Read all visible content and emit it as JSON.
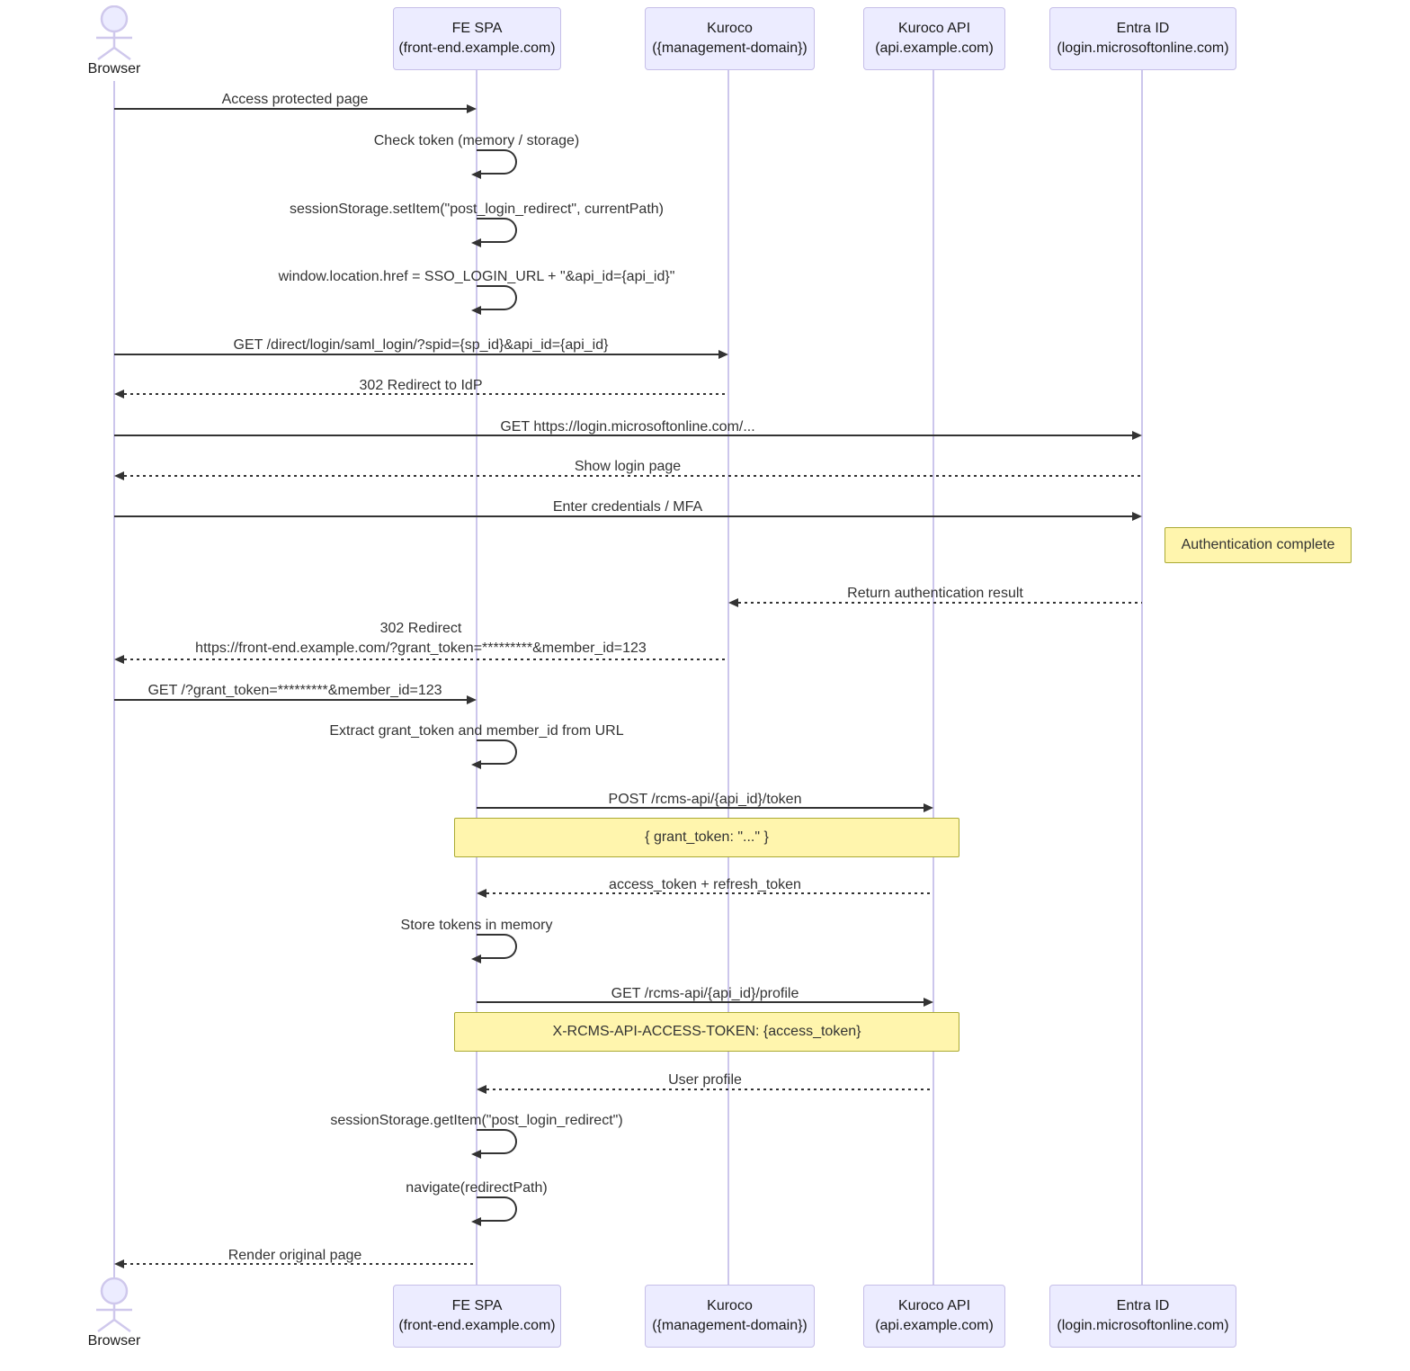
{
  "actor": {
    "label": "Browser"
  },
  "participants": [
    {
      "name": "FE SPA",
      "domain": "(front-end.example.com)"
    },
    {
      "name": "Kuroco",
      "domain": "({management-domain})"
    },
    {
      "name": "Kuroco API",
      "domain": "(api.example.com)"
    },
    {
      "name": "Entra ID",
      "domain": "(login.microsoftonline.com)"
    }
  ],
  "messages": [
    {
      "label": "Access protected page",
      "from": "Browser",
      "to": "FE SPA",
      "style": "solid"
    },
    {
      "label": "Check token (memory / storage)",
      "from": "FE SPA",
      "to": "FE SPA",
      "style": "self"
    },
    {
      "label": "sessionStorage.setItem(\"post_login_redirect\", currentPath)",
      "from": "FE SPA",
      "to": "FE SPA",
      "style": "self"
    },
    {
      "label": "window.location.href = SSO_LOGIN_URL + \"&api_id={api_id}\"",
      "from": "FE SPA",
      "to": "FE SPA",
      "style": "self"
    },
    {
      "label": "GET /direct/login/saml_login/?spid={sp_id}&api_id={api_id}",
      "from": "Browser",
      "to": "Kuroco",
      "style": "solid"
    },
    {
      "label": "302 Redirect to IdP",
      "from": "Kuroco",
      "to": "Browser",
      "style": "dashed"
    },
    {
      "label": "GET https://login.microsoftonline.com/...",
      "from": "Browser",
      "to": "Entra ID",
      "style": "solid"
    },
    {
      "label": "Show login page",
      "from": "Entra ID",
      "to": "Browser",
      "style": "dashed"
    },
    {
      "label": "Enter credentials / MFA",
      "from": "Browser",
      "to": "Entra ID",
      "style": "solid"
    },
    {
      "label": "Return authentication result",
      "from": "Entra ID",
      "to": "Kuroco",
      "style": "dashed"
    },
    {
      "label": "302 Redirect\nhttps://front-end.example.com/?grant_token=*********&member_id=123",
      "from": "Kuroco",
      "to": "Browser",
      "style": "dashed"
    },
    {
      "label": "GET /?grant_token=*********&member_id=123",
      "from": "Browser",
      "to": "FE SPA",
      "style": "solid"
    },
    {
      "label": "Extract grant_token and member_id from URL",
      "from": "FE SPA",
      "to": "FE SPA",
      "style": "self"
    },
    {
      "label": "POST /rcms-api/{api_id}/token",
      "from": "FE SPA",
      "to": "Kuroco API",
      "style": "solid"
    },
    {
      "label": "access_token + refresh_token",
      "from": "Kuroco API",
      "to": "FE SPA",
      "style": "dashed"
    },
    {
      "label": "Store tokens in memory",
      "from": "FE SPA",
      "to": "FE SPA",
      "style": "self"
    },
    {
      "label": "GET /rcms-api/{api_id}/profile",
      "from": "FE SPA",
      "to": "Kuroco API",
      "style": "solid"
    },
    {
      "label": "User profile",
      "from": "Kuroco API",
      "to": "FE SPA",
      "style": "dashed"
    },
    {
      "label": "sessionStorage.getItem(\"post_login_redirect\")",
      "from": "FE SPA",
      "to": "FE SPA",
      "style": "self"
    },
    {
      "label": "navigate(redirectPath)",
      "from": "FE SPA",
      "to": "FE SPA",
      "style": "self"
    },
    {
      "label": "Render original page",
      "from": "FE SPA",
      "to": "Browser",
      "style": "dashed"
    }
  ],
  "notes": [
    {
      "label": "Authentication complete",
      "position": "right of Entra ID"
    },
    {
      "label": "{ grant_token: \"...\" }",
      "position": "over FE SPA, Kuroco API"
    },
    {
      "label": "X-RCMS-API-ACCESS-TOKEN: {access_token}",
      "position": "over FE SPA, Kuroco API"
    }
  ],
  "colors": {
    "participant_fill": "#ECECFF",
    "participant_border": "#c6bfe8",
    "lifeline": "#ccc6ec",
    "actor_stroke": "#cfc8ec",
    "message": "#333333",
    "note_fill": "#fff5ad",
    "note_border": "#aaaa33",
    "background": "#ffffff"
  }
}
